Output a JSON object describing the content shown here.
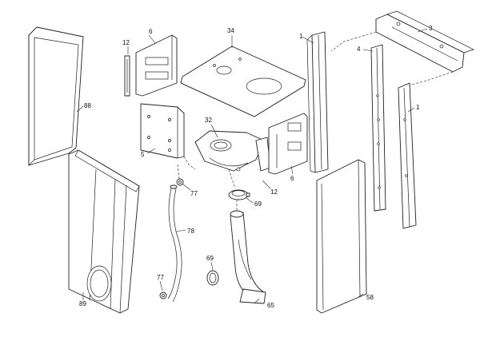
{
  "diagram": {
    "labels": [
      {
        "id": "p1a",
        "text": "1"
      },
      {
        "id": "p1b",
        "text": "1"
      },
      {
        "id": "p3",
        "text": "3"
      },
      {
        "id": "p4",
        "text": "4"
      },
      {
        "id": "p5",
        "text": "5"
      },
      {
        "id": "p6a",
        "text": "6"
      },
      {
        "id": "p6b",
        "text": "6"
      },
      {
        "id": "p12a",
        "text": "12"
      },
      {
        "id": "p12b",
        "text": "12"
      },
      {
        "id": "p32",
        "text": "32"
      },
      {
        "id": "p34",
        "text": "34"
      },
      {
        "id": "p58",
        "text": "58"
      },
      {
        "id": "p65",
        "text": "65"
      },
      {
        "id": "p69a",
        "text": "69"
      },
      {
        "id": "p69b",
        "text": "69"
      },
      {
        "id": "p77a",
        "text": "77"
      },
      {
        "id": "p77b",
        "text": "77"
      },
      {
        "id": "p78",
        "text": "78"
      },
      {
        "id": "p88",
        "text": "88"
      },
      {
        "id": "p89",
        "text": "89"
      }
    ]
  }
}
